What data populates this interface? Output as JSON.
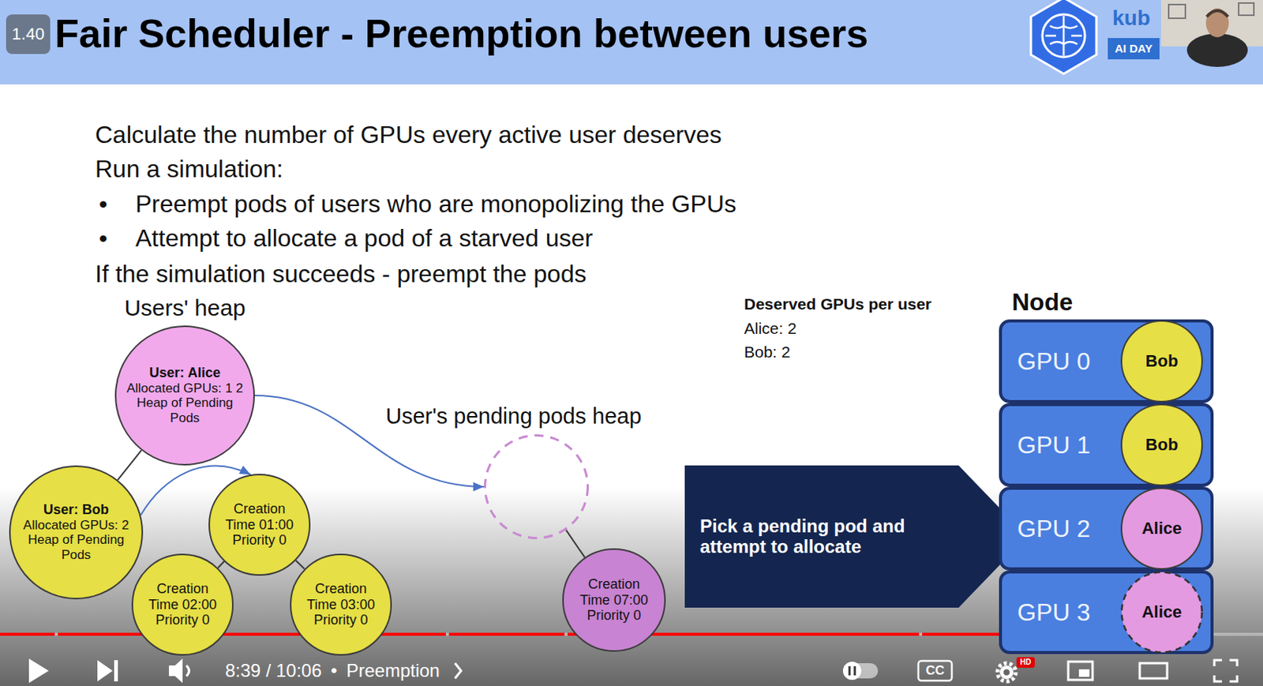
{
  "diagram": {
    "title": "Fair Scheduler - Preemption between users",
    "nodes": [
      {
        "text": [
          "User: Alice",
          "Allocated GPUs: 1 2",
          "Heap of Pending Pods"
        ]
      },
      {
        "text": [
          "User: Bob",
          "Allocated GPUs: 2",
          "Heap of Pending Pods"
        ]
      },
      {
        "text": [
          "Creation Time 01:00 Priority 0"
        ]
      },
      {
        "text": [
          "Creation Time 02:00 Priority 0"
        ]
      },
      {
        "text": [
          "Creation Time 03:00 Priority 0"
        ]
      },
      {
        "text": [
          "User's pending pods heap"
        ]
      },
      {
        "text": [
          "Creation Time 07:00 Priority 0"
        ]
      },
      {
        "text": [
          "Pick a pending pod and attempt to allocate"
        ]
      },
      {
        "text": [
          "GPU 0"
        ]
      },
      {
        "text": [
          "Bob"
        ],
        "in": 8
      },
      {
        "text": [
          "GPU 1"
        ]
      },
      {
        "text": [
          "Bob"
        ],
        "in": 10
      },
      {
        "text": [
          "GPU 2"
        ]
      },
      {
        "text": [
          "Alice"
        ],
        "in": 12
      },
      {
        "text": [
          "GPU 3"
        ]
      },
      {
        "text": [
          "Alice"
        ],
        "in": 14
      }
    ],
    "edges": [
      {
        "from": 0,
        "to": 1,
        "arrow": "none"
      },
      {
        "from": 0,
        "to": 5,
        "arrow": "to"
      },
      {
        "from": 1,
        "to": 2,
        "arrow": "to"
      },
      {
        "from": 2,
        "to": 3,
        "arrow": "none"
      },
      {
        "from": 2,
        "to": 4,
        "arrow": "none"
      },
      {
        "from": 5,
        "to": 6,
        "arrow": "none"
      }
    ],
    "labels": [
      "1.40",
      "kub",
      "AI DAY",
      "Calculate the number of GPUs every active user deserves",
      "Run a simulation:",
      "•",
      "Preempt pods of users who are monopolizing the GPUs",
      "•",
      "Attempt to allocate a pod of a starved user",
      "If the simulation succeeds - preempt the pods",
      "Users' heap",
      "Deserved GPUs per user",
      "Alice: 2",
      "Bob: 2",
      "Node",
      "8:39 / 10:06",
      "•",
      "Preemption",
      "CC",
      "HD"
    ]
  }
}
